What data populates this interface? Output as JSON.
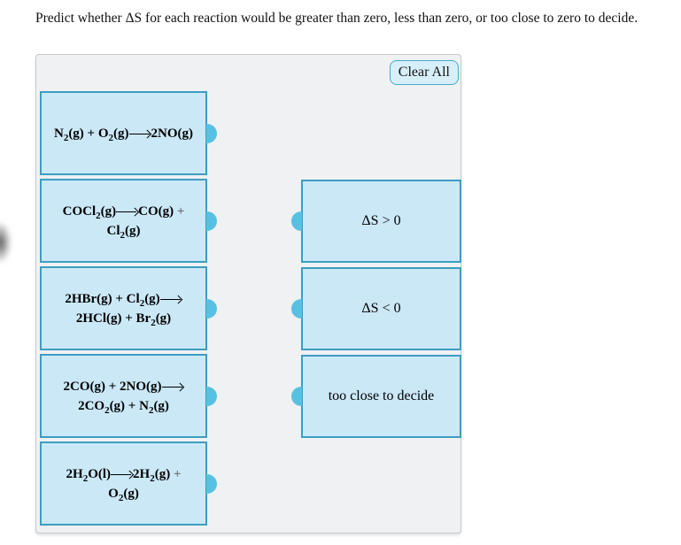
{
  "page": {
    "title": "Predict whether ΔS for each reaction would be greater than zero, less than zero, or too close to zero to decide."
  },
  "panel": {
    "clear_all_label": "Clear All"
  },
  "reactions": [
    {
      "lines": [
        "N_2(g) + O_2(g)->2NO(g)"
      ]
    },
    {
      "lines": [
        "COCl_2(g)->CO(g) +",
        "Cl_2(g)"
      ]
    },
    {
      "lines": [
        "2HBr(g) + Cl_2(g)->",
        "2HCl(g) + Br_2(g)"
      ]
    },
    {
      "lines": [
        "2CO(g) + 2NO(g)->",
        "2CO_2(g) + N_2(g)"
      ]
    },
    {
      "lines": [
        "2H_2O(l)->2H_2(g) +",
        "O_2(g)"
      ]
    }
  ],
  "answers": [
    {
      "label": "ΔS > 0"
    },
    {
      "label": "ΔS < 0"
    },
    {
      "label": "too close to decide"
    }
  ],
  "colors": {
    "panel_bg": "#f0f1f2",
    "panel_border": "#c9cbcd",
    "card_bg": "#cbe8f7",
    "card_border": "#3d9dc2",
    "nub": "#58c1e3",
    "button_bg": "#d7eff9",
    "button_border": "#4ea9cb"
  }
}
